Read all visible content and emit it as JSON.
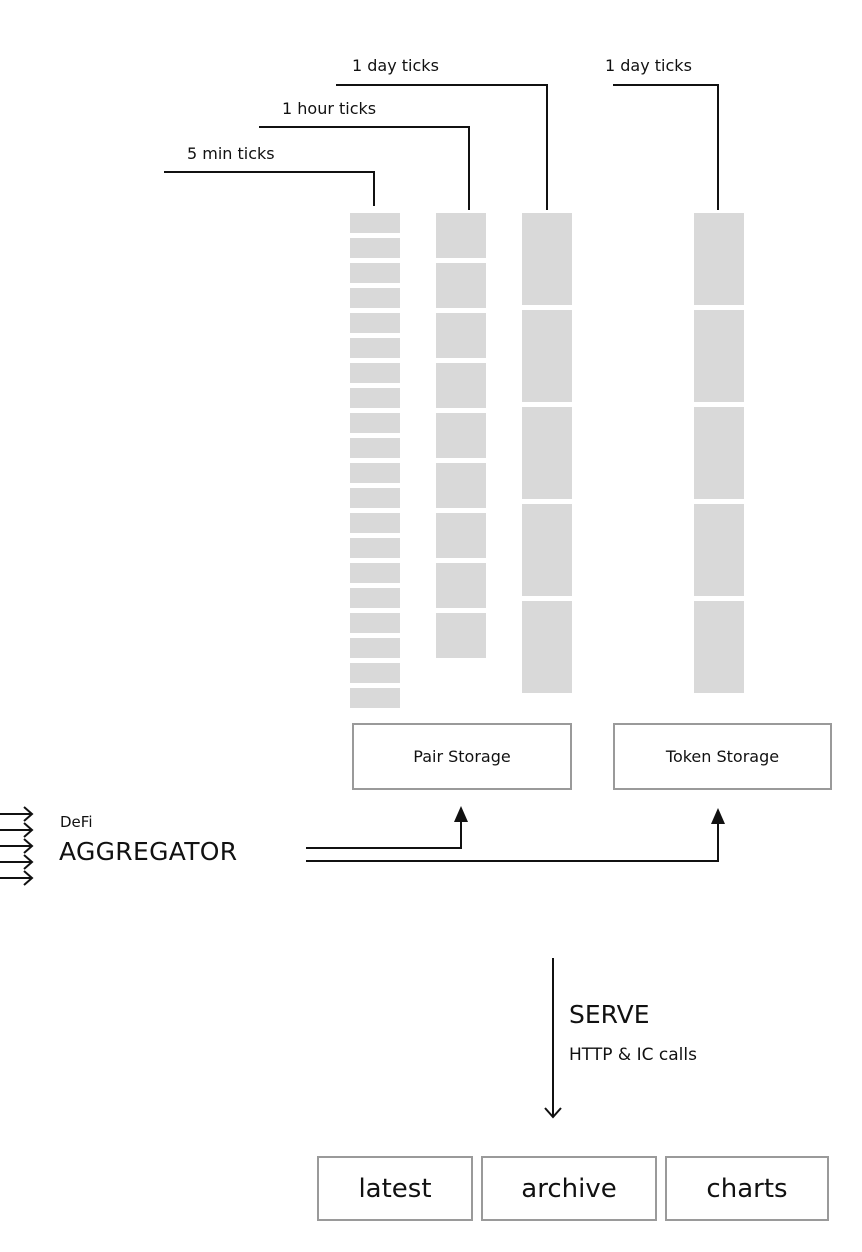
{
  "colors": {
    "block": "#d9d9d9",
    "line": "#111111",
    "box_border": "#9a9a9a"
  },
  "tick_labels": {
    "five_min": "5 min ticks",
    "one_hour": "1 hour ticks",
    "one_day_pair": "1 day ticks",
    "one_day_token": "1 day ticks"
  },
  "columns": {
    "five_min_blocks": 20,
    "one_hour_blocks": 9,
    "one_day_pair_blocks": 5,
    "one_day_token_blocks": 5
  },
  "storage": {
    "pair": "Pair Storage",
    "token": "Token Storage"
  },
  "aggregator": {
    "subtitle": "DeFi",
    "title": "AGGREGATOR",
    "input_arrows": 5
  },
  "serve": {
    "title": "SERVE",
    "subtitle": "HTTP & IC calls"
  },
  "endpoints": [
    "latest",
    "archive",
    "charts"
  ]
}
